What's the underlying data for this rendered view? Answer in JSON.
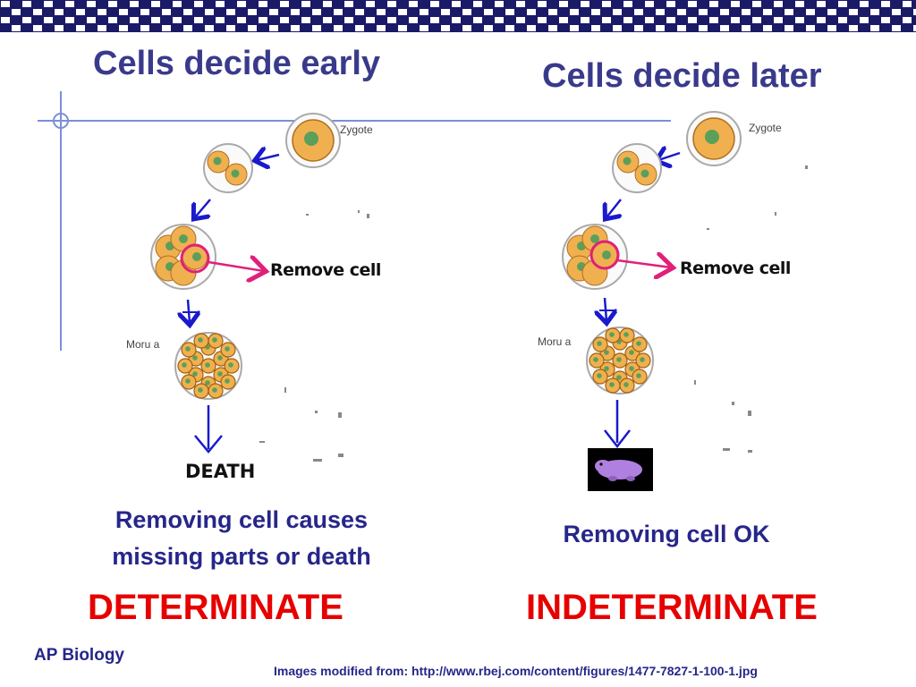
{
  "left_panel": {
    "title": "Cells decide early",
    "stage_labels": {
      "zygote": "Zygote",
      "remove": "Remove cell",
      "morula": "Moru a",
      "outcome": "DEATH"
    },
    "caption_line1": "Removing cell causes",
    "caption_line2": "missing parts or death",
    "classification": "DETERMINATE"
  },
  "right_panel": {
    "title": "Cells decide later",
    "stage_labels": {
      "zygote": "Zygote",
      "remove": "Remove cell",
      "morula": "Moru a"
    },
    "caption": "Removing cell OK",
    "classification": "INDETERMINATE"
  },
  "footer": {
    "course": "AP Biology",
    "credit": "Images modified from: http://www.rbej.com/content/figures/1477-7827-1-100-1.jpg"
  },
  "colors": {
    "banner": "#1a1a66",
    "title_text": "#3a3a8c",
    "caption_text": "#26268a",
    "classification_text": "#e60000",
    "arrow_blue": "#1a1acc",
    "highlight_pink": "#e0207a",
    "cell_fill": "#f0b050",
    "nucleus": "#5aa05a"
  },
  "icons": {
    "outcome_image": "organism-icon"
  }
}
